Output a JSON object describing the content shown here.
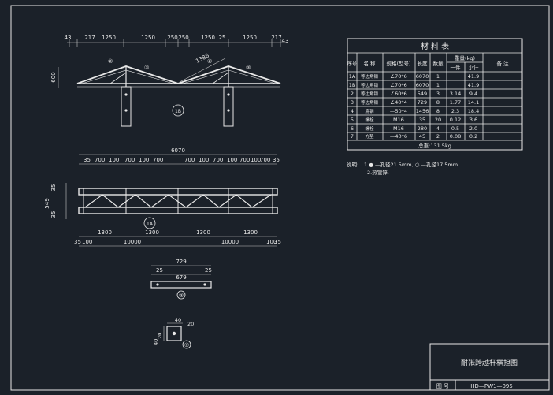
{
  "elevation": {
    "dims": [
      "43",
      "217",
      "1250",
      "1250",
      "250",
      "250",
      "1250",
      "25",
      "1250",
      "217",
      "43"
    ],
    "diag": "1386",
    "rise": "600",
    "marks": [
      "②",
      "③",
      "②",
      "③"
    ],
    "callout": "1B"
  },
  "plan": {
    "overall": "6070",
    "top_dims": [
      "35",
      "700",
      "100",
      "700",
      "100",
      "700",
      "700",
      "100",
      "700",
      "100",
      "700",
      "100",
      "700",
      "35"
    ],
    "left_dims": [
      "35",
      "549",
      "35"
    ],
    "bot_dims": [
      "1300",
      "1300",
      "1300",
      "1300"
    ],
    "bot_sub": [
      "35",
      "100",
      "10000",
      "10000",
      "100",
      "35"
    ],
    "callout": "1A"
  },
  "detail3": {
    "dims": [
      "729",
      "25",
      "679",
      "25"
    ],
    "mark": "③"
  },
  "detail7": {
    "dims": [
      "40",
      "20",
      "20",
      "40"
    ],
    "mark": "⑦"
  },
  "table": {
    "title": "材 料 表",
    "headers": {
      "no": "序号",
      "name": "名 称",
      "spec": "规格(型号)",
      "len": "长度",
      "qty": "数量",
      "weight": "重量(kg)",
      "unit": "一件",
      "total": "小计",
      "remark": "备 注"
    },
    "rows": [
      {
        "no": "1A",
        "name": "等边角钢",
        "spec": "∠70*6",
        "len": "6070",
        "qty": "1",
        "unit": "",
        "total": "41.9"
      },
      {
        "no": "1B",
        "name": "等边角钢",
        "spec": "∠70*6",
        "len": "6070",
        "qty": "1",
        "unit": "",
        "total": "41.9"
      },
      {
        "no": "2",
        "name": "等边角钢",
        "spec": "∠60*6",
        "len": "549",
        "qty": "3",
        "unit": "3.14",
        "total": "9.4"
      },
      {
        "no": "3",
        "name": "等边角钢",
        "spec": "∠40*4",
        "len": "729",
        "qty": "8",
        "unit": "1.77",
        "total": "14.1"
      },
      {
        "no": "4",
        "name": "扁钢",
        "spec": "—50*4",
        "len": "1456",
        "qty": "8",
        "unit": "2.3",
        "total": "18.4"
      },
      {
        "no": "5",
        "name": "螺栓",
        "spec": "M16",
        "len": "35",
        "qty": "20",
        "unit": "0.12",
        "total": "3.6"
      },
      {
        "no": "6",
        "name": "螺栓",
        "spec": "M16",
        "len": "280",
        "qty": "4",
        "unit": "0.5",
        "total": "2.0"
      },
      {
        "no": "7",
        "name": "方垫",
        "spec": "—40*6",
        "len": "45",
        "qty": "2",
        "unit": "0.08",
        "total": "0.2"
      }
    ],
    "total_weight": "总重:131.5kg"
  },
  "notes": {
    "label": "说明:",
    "line1": "1.● —孔径21.5mm, ○ —孔径17.5mm.",
    "line2": "2.热镀锌."
  },
  "title_block": {
    "title": "耐张跨越杆横担图",
    "drawing_no_label": "图 号",
    "drawing_no": "HD—PW1—095"
  },
  "colors": {
    "background": "#1b2129",
    "lines": "#e8e8e8",
    "dims": "#c8c8c8"
  }
}
